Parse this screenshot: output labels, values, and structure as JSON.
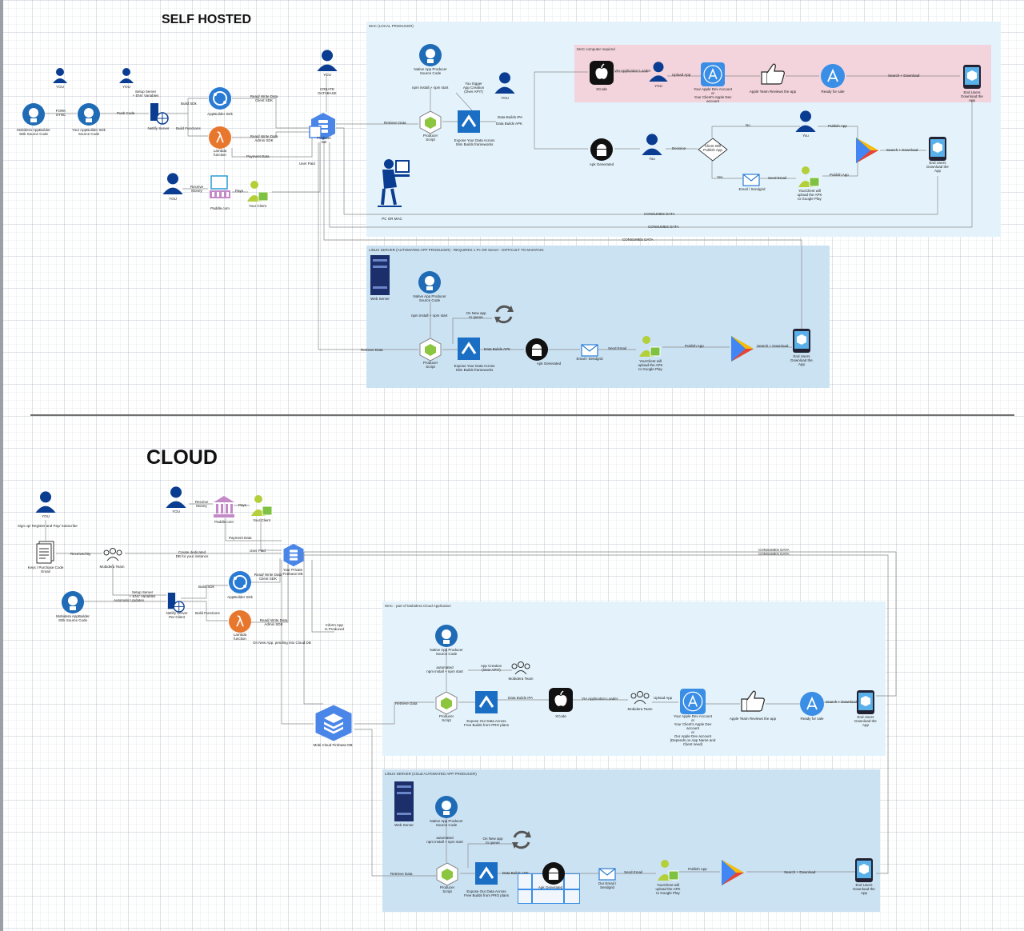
{
  "titles": {
    "self_hosted": "SELF HOSTED",
    "cloud": "CLOUD"
  },
  "colors": {
    "user_blue": "#0a3d91",
    "github_blue": "#1f6bb5",
    "panel_light": "#e4f3fb",
    "panel_medium": "#cbe2f3",
    "panel_pink": "#f3d3dc",
    "firebase_blue": "#4a86e8",
    "lambda_orange": "#e8772e",
    "line_gray": "#8a8a8a"
  },
  "self_hosted": {
    "you_1": "YOU",
    "you_2": "YOU",
    "you_3": "YOU",
    "you_db": "YOU",
    "github_main": "Mobidera AppBuilder\nSDk Source Code",
    "fork_sync": "FORK\nSYNC",
    "github_fork": "Your AppBuilder SDk\nSource Code",
    "push_code": "Push Code",
    "setup_server": "Setup Server\n+ ENV Variables",
    "netlify": "Netlify Server",
    "build_sdk": "Build SDk",
    "build_functions": "Build Functions",
    "appbuilder_sdk": "AppBuilder SDk",
    "lambda": "Lambda\nfunction",
    "read_write_client_sdk": "Read/ Write Data\nClient SDK",
    "read_write_admin_sdk": "Read/ Write Data\nAdmin SDK",
    "create_db": "CREATE\nDATABASE",
    "firebase_db": "Firebase\nDB",
    "payment_data": "Payment Data",
    "user_paid": "User Paid",
    "receive_money": "Receive\nMoney",
    "paddle": "Paddle.com",
    "pays": "Pays",
    "your_client": "Your Client",
    "retrieve_data_1": "Retrieve Data",
    "retrieve_data_2": "Retrieve Data",
    "pc_on_mac": "PC OR MAC",
    "consumes_1": "CONSUMES DATA",
    "consumes_2": "CONSUMES DATA",
    "consumes_3": "CONSUMES DATA"
  },
  "mac_panel": {
    "title": "MAC (LOCAL PRODUCER)",
    "native_app_producer": "Native App Producer\nSource Code",
    "npm_install": "npm install + npm start",
    "you_trigger": "You trigger\nApp Creation\n(Over API?)",
    "you": "YOU",
    "producer_script": "Producer\nScript",
    "expose": "Expose Your Data Across\nSlim Builds frameworks",
    "build_ipa": "Data Builds IPA",
    "build_apk": "Data Builds APK",
    "mac_required": "MAC computer required",
    "xcode": "XCode",
    "via_loader": "VIA Application Loader",
    "you_ios": "YOU",
    "upload_app": "Upload App",
    "your_dev_account": "Your Apple Dev Account\nor\nYour Client's Apple Dev account",
    "apple_reviews": "Apple Team Reviews the app",
    "ready_sale": "Ready for sale",
    "search_download": "Search + Download",
    "end_users": "End Users\nDownload the\nApp",
    "android": "Apk Generated",
    "you_android": "You",
    "decision": "Decision",
    "client_will_publish": "Client Will\nPublish App",
    "no": "No",
    "yes": "Yes",
    "you_publish": "You",
    "publish_app_1": "Publish App",
    "publish_app_2": "Publish App",
    "email": "Email / Sendgrid",
    "send_email": "Send Email",
    "your_client_upload": "YourClient  will\nupload the APK\nto Google Play",
    "search_download_2": "Search + Download",
    "end_users_2": "End Users\nDownload the\nApp"
  },
  "linux_panel": {
    "title": "LINUX SERVER (AUTOMATED APP PRODUCER) - REQUIRES 1 Pc OR Server - DIFFICULT TO MAINTAIN",
    "web_server": "Web Server",
    "native_app_producer": "Native App Producer\nSource Code",
    "npm_install": "npm install + npm start",
    "on_new_app": "On New app\nIn queue",
    "producer_script": "Producer\nScript",
    "build_apk": "Data Builds APK",
    "expose": "Expose Your Data Across\nSlim Builds frameworks",
    "android": "Apk Generated",
    "email": "Email / Sendgrid",
    "send_email": "Send Email",
    "your_client_upload": "YourClient  will\nupload the APK\nto Google Play",
    "publish_app": "Publish App",
    "search_download": "Search + Download",
    "end_users": "End Users\nDownload the\nApp"
  },
  "cloud": {
    "you_top": "YOU",
    "signup": "Sign up/ Register and Pay/ Subscribe",
    "keys_purchase": "Keys / Purchase Code\nEmail",
    "received_by": "Received By",
    "mobidera_team_1": "Mobidera Team",
    "create_dedicated": "Create dedicated\nDB for your instance",
    "github_main": "Mobidera AppBuilder\nSDk Source Code",
    "automatic_updates": "Automatic Updates",
    "setup_server": "Setup Server\n+ ENV Variables",
    "netlify": "Netlify Server\nPer Client",
    "build_sdk": "Build SDk",
    "build_functions": "Build Functions",
    "appbuilder_sdk": "AppBuilder SDk",
    "lambda": "Lambda\nfunction",
    "read_write_client": "Read/ Write Data\nClient SDK",
    "read_write_admin": "Read/ Write Data\nAdmin SDK",
    "you_pay": "YOU",
    "receive_money": "Receive\nMoney",
    "paddle": "Paddle.com",
    "pays": "Pays",
    "your_client": "Your Client",
    "payment_data": "Payment Data",
    "user_paid": "User Paid",
    "your_private_firebase": "Your Private\nFirebase DB",
    "inform_app": "Inform App\nIs Produced",
    "on_new_app_pending": "On New App, pending into Cloud DB",
    "mobi_cloud_firebase": "Mobi Cloud Firebase DB",
    "consumes_1": "CONSUMES DATA",
    "consumes_2": "CONSUMES DATA"
  },
  "mac_cloud_panel": {
    "title": "MAC - part of Mobidera Cloud Application",
    "native_app_producer": "Native App Producer\nSource Code",
    "npm_install": "automated\nnpm install + npm start",
    "app_creation": "App Creation\n(Over API?)",
    "mobidera_team": "Mobidera Team",
    "retrieve_data": "Retrieve Data",
    "producer_script": "Producer\nScript",
    "expose": "Expose Our Data Across\nFree Builds from PRO plans",
    "build_ipa": "Data Builds IPA",
    "xcode": "XCode",
    "via_loader": "VIA Application Loader",
    "mobidera_team_2": "Mobidera Team",
    "upload_app": "Upload App",
    "dev_account": "Your Apple Dev Account\nor\nYour Client's Apple Dev account\nor\nOur Apple Dev account\n(Depends on App Name and Client need)",
    "apple_reviews": "Apple Team Reviews the app",
    "ready_sale": "Ready for sale",
    "search_download": "Search + Download",
    "end_users": "End Users\nDownload the\nApp"
  },
  "linux_cloud_panel": {
    "title": "LINUX SERVER (Cloud AUTOMATED APP PRODUCER)",
    "web_server": "Web Server",
    "native_app_producer": "Native App Producer\nSource Code",
    "npm_install": "automated\nnpm install + npm start",
    "on_new_app": "On New app\nIn queue",
    "retrieve_data": "Retrieve Data",
    "producer_script": "Producer\nScript",
    "build_apk": "Data Builds APK",
    "expose": "Expose Our Data Across\nFree Builds from PRO plans",
    "android": "Apk Generated",
    "email": "Our Email /\nSendgrid",
    "send_email": "Send Email",
    "your_client_upload": "YourClient  will\nupload the APK\nto Google Play",
    "publish_app": "Publish App",
    "search_download": "Search + Download",
    "end_users": "End Users\nDownload the\nApp"
  }
}
